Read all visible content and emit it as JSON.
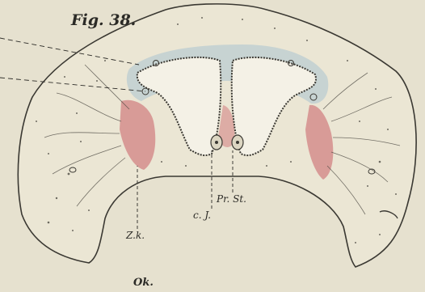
{
  "figure": {
    "title": "Fig. 38.",
    "labels": {
      "c_j": "c. J.",
      "pr_st": "Pr. St.",
      "z_k": "Z.k.",
      "o_k": "Ok."
    }
  },
  "colors": {
    "background": "#e6e1cf",
    "tissue_fill": "#ebe6d4",
    "outline": "#3a3832",
    "red_zone": "#c2404e",
    "blue_zone": "#a9c3cf",
    "dot": "#6d6a60"
  }
}
